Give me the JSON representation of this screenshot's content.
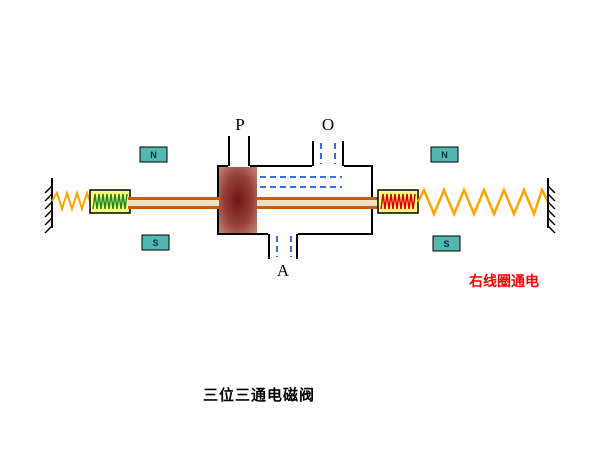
{
  "diagram": {
    "labels": {
      "port_p": "P",
      "port_o": "O",
      "port_a": "A"
    },
    "magnets": {
      "left_top": "N",
      "left_bottom": "S",
      "right_top": "N",
      "right_bottom": "S"
    },
    "annotation": {
      "text": "右线圈通电",
      "color": "#ff0000"
    },
    "caption": "三位三通电磁阀",
    "colors": {
      "spring": "#FFA500",
      "rod_edge": "#C06010",
      "rod_fill": "#F2DFC0",
      "spool_center": "#6E1515",
      "spool_mid": "#96403A",
      "spool_edge": "#C08878",
      "magnet_fill": "#53B8B0",
      "flow_dash": "#3A6EDC",
      "left_spring_coil": "#1F8B1F",
      "right_spring_coil": "#DD0000",
      "box_fill": "#FFFF80",
      "outline": "#000000"
    }
  }
}
